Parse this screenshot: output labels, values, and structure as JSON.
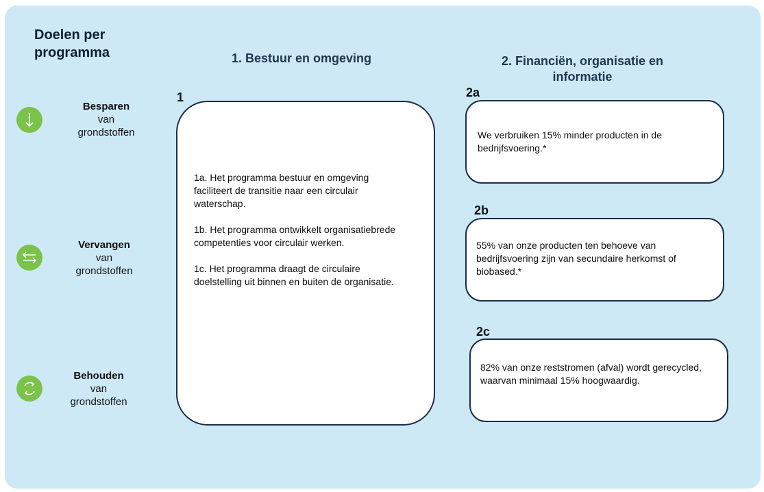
{
  "sidebar": {
    "title": "Doelen per programma",
    "goals": [
      {
        "title": "Besparen",
        "line1": "van",
        "line2": "grondstoffen",
        "icon": "arrow-down-icon"
      },
      {
        "title": "Vervangen",
        "line1": "van",
        "line2": "grondstoffen",
        "icon": "swap-arrows-icon"
      },
      {
        "title": "Behouden",
        "line1": "van",
        "line2": "grondstoffen",
        "icon": "cycle-arrows-icon"
      }
    ]
  },
  "program1": {
    "heading": "1. Bestuur en omgeving",
    "number": "1",
    "paragraphs": [
      "1a. Het programma bestuur en omgeving faciliteert de transitie naar een circulair waterschap.",
      "1b. Het programma ontwikkelt organisatiebrede competenties voor circulair werken.",
      "1c. Het programma draagt de circulaire doelstelling uit binnen en buiten de organisatie."
    ]
  },
  "program2": {
    "heading": "2. Financiën, organisatie en informatie",
    "boxes": [
      {
        "number": "2a",
        "text": "We verbruiken 15% minder producten in de bedrijfsvoering.*"
      },
      {
        "number": "2b",
        "text": "55% van onze producten ten behoeve van bedrijfsvoering zijn van secundaire herkomst of biobased.*"
      },
      {
        "number": "2c",
        "text": "82% van onze reststromen (afval) wordt gerecycled, waarvan minimaal 15% hoogwaardig."
      }
    ]
  },
  "colors": {
    "background": "#cde9f6",
    "icon_green": "#7bc24a",
    "border": "#1c2d45",
    "heading": "#1f3550"
  }
}
